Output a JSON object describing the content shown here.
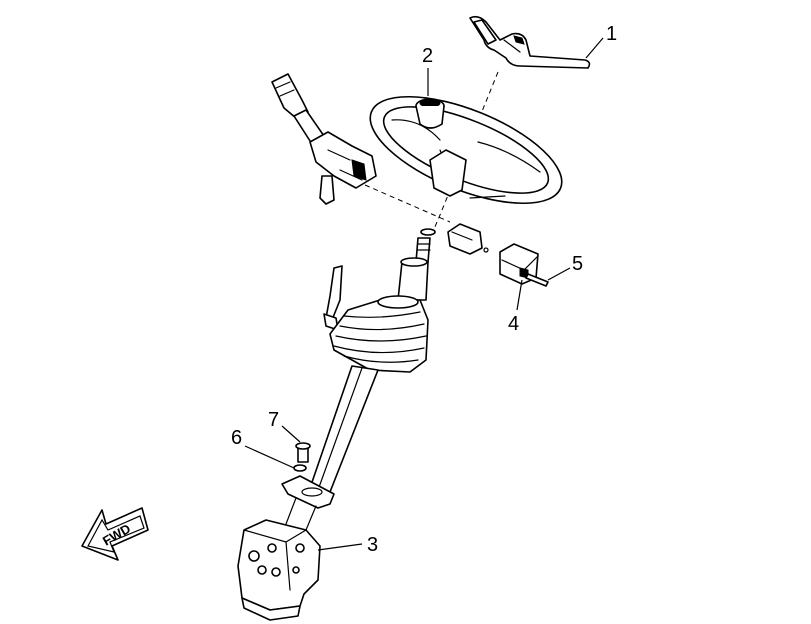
{
  "callouts": {
    "c1": "1",
    "c2": "2",
    "c3": "3",
    "c4": "4",
    "c5": "5",
    "c6": "6",
    "c7": "7"
  },
  "direction_arrow": {
    "label": "FWD"
  },
  "colors": {
    "line": "#000000",
    "background": "#ffffff"
  }
}
